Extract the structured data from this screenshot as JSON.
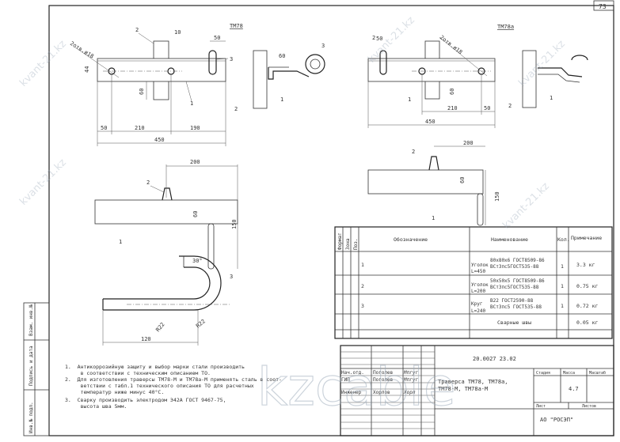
{
  "sheet_number": "73",
  "views": {
    "tm78_label": "ТМ78",
    "tm78a_label": "ТМ78а",
    "holes_label": "2отв.ø18",
    "dims": {
      "d10": "10",
      "d50": "50",
      "d60": "60",
      "d44": "44",
      "d210": "210",
      "d190": "190",
      "d450": "450",
      "d200": "200",
      "d150": "150",
      "d120": "120",
      "r22": "R22",
      "r22b": "R22",
      "a30": "30°"
    },
    "pos": {
      "p1": "1",
      "p2": "2",
      "p3": "3"
    }
  },
  "table": {
    "headers": {
      "format": "Формат",
      "zone": "Зона",
      "pos": "Поз.",
      "designation": "Обозначение",
      "name": "Наименование",
      "qty": "Кол.",
      "note": "Примечание"
    },
    "rows": [
      {
        "pos": "1",
        "name_prefix": "Уголок",
        "name_top": "80х80х6 ГОСТ8509-86",
        "name_bottom": "ВСт3пс5ГОСТ535-88",
        "length": "L=450",
        "qty": "1",
        "note": "3.3 кг"
      },
      {
        "pos": "2",
        "name_prefix": "Уголок",
        "name_top": "50х50х5 ГОСТ8509-86",
        "name_bottom": "ВСт3пс5ГОСТ535-88",
        "length": "L=200",
        "qty": "1",
        "note": "0.75 кг"
      },
      {
        "pos": "3",
        "name_prefix": "Круг",
        "name_top": "В22 ГОСТ2590-88",
        "name_bottom": "ВСт3пс5 ГОСТ535-88",
        "length": "L=240",
        "qty": "1",
        "note": "0.72 кг"
      },
      {
        "pos": "",
        "name_prefix": "",
        "name_top": "Сварные швы",
        "name_bottom": "",
        "length": "",
        "qty": "",
        "note": "0.05 кг"
      }
    ]
  },
  "notes": [
    "1.  Антикоррозийную защиту и выбор марки стали производить",
    "     в соответствии с техническим описанием ТО.",
    "2.  Для изготовления траверсы ТМ78-М и ТМ78а-М применять сталь в соот-",
    "     ветствии с табл.1 технического описания ТО для расчетных",
    "     температур ниже минус 40°С.",
    "3.  Сварку производить электродом Э42А ГОСТ 9467-75,",
    "     высота шва 5мм."
  ],
  "title_block": {
    "code": "20.0027 23.02",
    "title_line1": "Траверса ТМ78, ТМ78а,",
    "title_line2": "ТМ78-М, ТМ78а-М",
    "people": [
      {
        "role": "Нач.отд.",
        "name": "Поголев",
        "sign": "Мпгуг"
      },
      {
        "role": "ГИП",
        "name": "Поголев",
        "sign": "Мпгуг"
      },
      {
        "role": "Инженер",
        "name": "Хорлов",
        "sign": "Хорл"
      }
    ],
    "stage_label": "Стадия",
    "mass_label": "Масса",
    "scale_label": "Масштаб",
    "mass_value": "4.7",
    "sheet_label": "Лист",
    "sheets_label": "Листов",
    "org": "АО \"РОСЭП\""
  },
  "side_stamp": {
    "inv_sub": "Взам. инв.№",
    "sign_date": "Подпись и дата",
    "inv_orig": "Инв.№ подл."
  },
  "watermarks": {
    "site": "kvant-21.kz",
    "logo": "kzcablе"
  }
}
